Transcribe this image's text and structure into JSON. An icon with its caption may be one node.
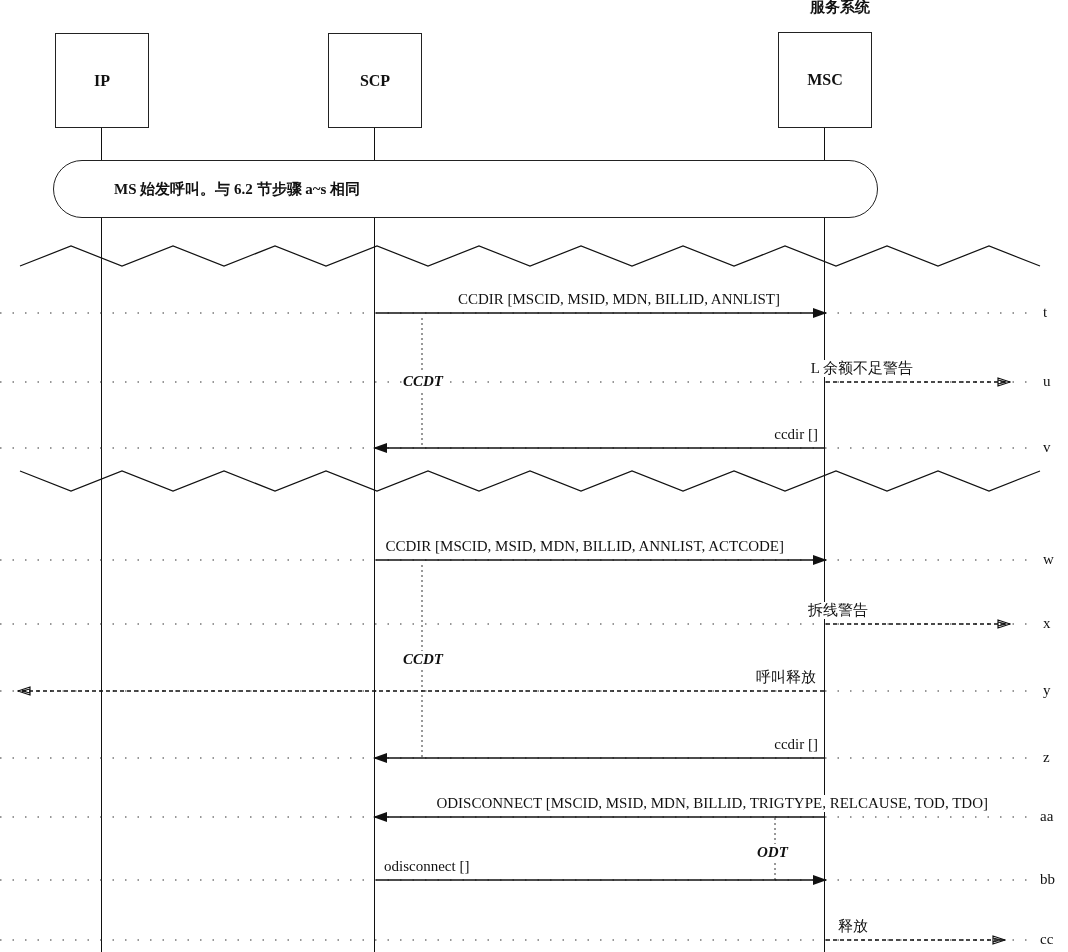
{
  "diagram": {
    "nodes": [
      {
        "text": [
          "IP"
        ]
      },
      {
        "text": [
          "SCP"
        ]
      },
      {
        "text": [
          "MSC"
        ]
      },
      {
        "text": [
          "MS 始发呼叫。与 6.2 节步骤 a~s 相同"
        ]
      },
      {
        "text": [],
        "shape": "bar"
      },
      {
        "text": [],
        "shape": "bar"
      },
      {
        "text": [],
        "shape": "bar"
      }
    ],
    "edges": [
      {
        "from": 5,
        "to": 6,
        "arrow": "to",
        "label": "CCDIR [MSCID, MSID, MDN, BILLID, ANNLIST]"
      },
      {
        "from": 6,
        "to": null,
        "arrow": "to",
        "label": "L 余额不足警告",
        "style": "dashed"
      },
      {
        "from": 6,
        "to": 5,
        "arrow": "to",
        "label": "ccdir []"
      },
      {
        "from": 5,
        "to": 6,
        "arrow": "to",
        "label": "CCDIR [MSCID, MSID, MDN, BILLID, ANNLIST, ACTCODE]"
      },
      {
        "from": 6,
        "to": null,
        "arrow": "to",
        "label": "拆线警告",
        "style": "dashed"
      },
      {
        "from": 6,
        "to": null,
        "arrow": "to",
        "label": "呼叫释放",
        "style": "dashed"
      },
      {
        "from": 6,
        "to": 5,
        "arrow": "to",
        "label": "ccdir []"
      },
      {
        "from": 6,
        "to": 5,
        "arrow": "to",
        "label": "ODISCONNECT [MSCID, MSID, MDN, BILLID, TRIGTYPE, RELCAUSE, TOD, TDO]"
      },
      {
        "from": 5,
        "to": 6,
        "arrow": "to",
        "label": "odisconnect []"
      },
      {
        "from": 6,
        "to": null,
        "arrow": "to",
        "label": "释放",
        "style": "dashed"
      }
    ],
    "labels": [
      "服务系统",
      "t",
      "CCDT",
      "u",
      "v",
      "w",
      "x",
      "CCDT",
      "y",
      "z",
      "aa",
      "ODT",
      "bb",
      "cc"
    ]
  }
}
